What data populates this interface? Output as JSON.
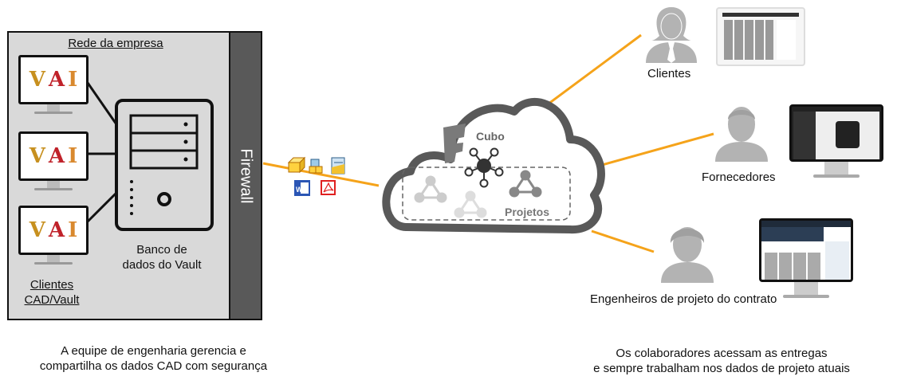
{
  "company_network": {
    "title": "Rede da empresa",
    "firewall_label": "Firewall",
    "server_label_line1": "Banco de",
    "server_label_line2": "dados do Vault",
    "clients_label_line1": "Clientes",
    "clients_label_line2": "CAD/Vault",
    "monitor_logos": [
      "V",
      "A",
      "I"
    ]
  },
  "file_icons": [
    "part-file-icon",
    "assembly-file-icon",
    "drawing-file-icon",
    "word-doc-icon",
    "pdf-icon"
  ],
  "cloud": {
    "hub_label": "Cubo",
    "projects_label": "Projetos"
  },
  "collaborators": [
    {
      "label": "Clientes",
      "device": "tablet"
    },
    {
      "label": "Fornecedores",
      "device": "desktop-monitor"
    },
    {
      "label": "Engenheiros de projeto do contrato",
      "device": "desktop-monitor"
    }
  ],
  "captions": {
    "left_line1": "A equipe de engenharia gerencia e",
    "left_line2": "compartilha os dados CAD com segurança",
    "right_line1": "Os colaboradores acessam as entregas",
    "right_line2": "e sempre trabalham nos dados de projeto atuais"
  },
  "colors": {
    "connector": "#f5a31a",
    "firewall": "#595959",
    "network_bg": "#d9d9d9",
    "cloud_outline": "#595959",
    "person": "#b3b3b3"
  }
}
